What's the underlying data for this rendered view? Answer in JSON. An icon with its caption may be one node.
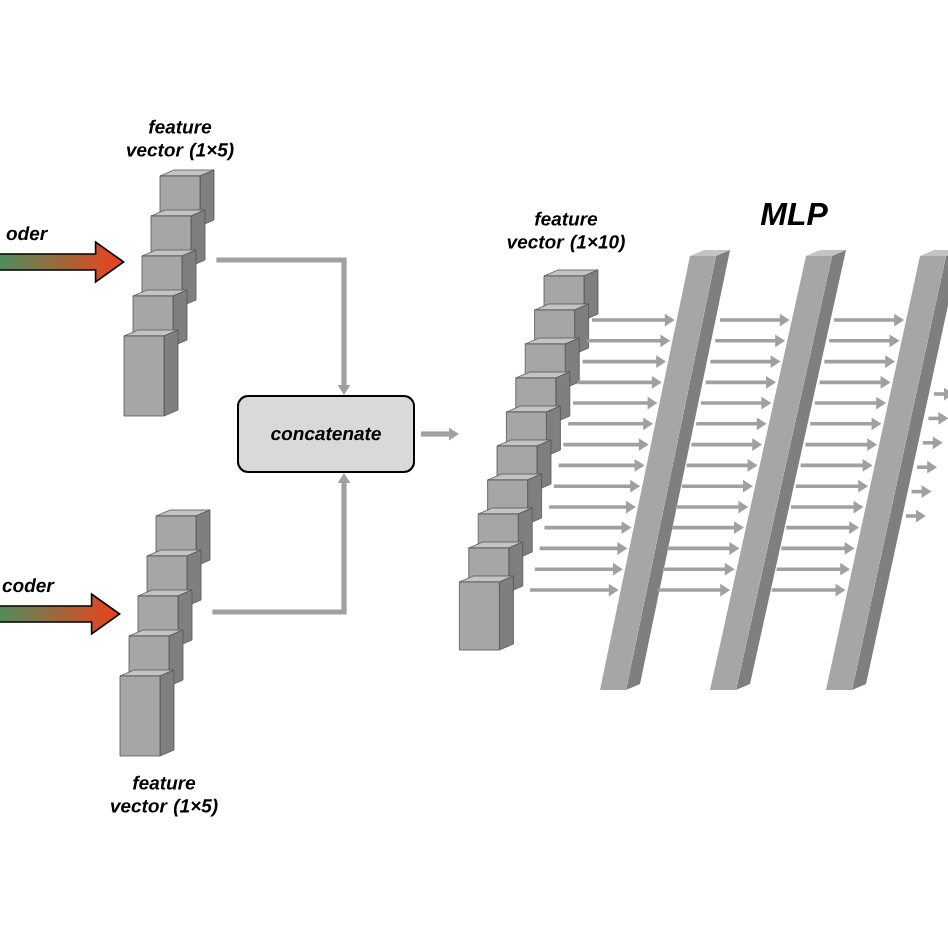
{
  "diagram": {
    "nodes": [
      {
        "text": [
          "feature vector (1×5)"
        ]
      },
      {
        "text": [
          "feature vector (1×5)"
        ]
      },
      {
        "text": [
          "concatenate"
        ]
      },
      {
        "text": [
          "feature vector (1×10)"
        ]
      },
      {
        "text": [],
        "shape": "bar"
      },
      {
        "text": [],
        "shape": "bar"
      },
      {
        "text": [],
        "shape": "bar"
      }
    ],
    "edges": [
      {
        "from": null,
        "to": 0,
        "arrow": "to",
        "label": "oder"
      },
      {
        "from": null,
        "to": 1,
        "arrow": "to",
        "label": "coder"
      },
      {
        "from": 0,
        "to": 2,
        "arrow": "to"
      },
      {
        "from": 1,
        "to": 2,
        "arrow": "to"
      },
      {
        "from": 2,
        "to": 3,
        "arrow": "to"
      },
      {
        "from": 3,
        "to": 4,
        "arrow": "to"
      },
      {
        "from": 3,
        "to": 4,
        "arrow": "to"
      },
      {
        "from": 3,
        "to": 4,
        "arrow": "to"
      },
      {
        "from": 3,
        "to": 4,
        "arrow": "to"
      },
      {
        "from": 3,
        "to": 4,
        "arrow": "to"
      },
      {
        "from": 3,
        "to": 4,
        "arrow": "to"
      },
      {
        "from": 3,
        "to": 4,
        "arrow": "to"
      },
      {
        "from": 3,
        "to": 4,
        "arrow": "to"
      },
      {
        "from": 3,
        "to": 4,
        "arrow": "to"
      },
      {
        "from": 3,
        "to": 4,
        "arrow": "to"
      },
      {
        "from": 3,
        "to": 4,
        "arrow": "to"
      },
      {
        "from": 3,
        "to": 4,
        "arrow": "to"
      },
      {
        "from": 3,
        "to": 4,
        "arrow": "to"
      },
      {
        "from": 3,
        "to": 4,
        "arrow": "to"
      },
      {
        "from": 4,
        "to": 5,
        "arrow": "to"
      },
      {
        "from": 4,
        "to": 5,
        "arrow": "to"
      },
      {
        "from": 4,
        "to": 5,
        "arrow": "to"
      },
      {
        "from": 4,
        "to": 5,
        "arrow": "to"
      },
      {
        "from": 4,
        "to": 5,
        "arrow": "to"
      },
      {
        "from": 4,
        "to": 5,
        "arrow": "to"
      },
      {
        "from": 4,
        "to": 5,
        "arrow": "to"
      },
      {
        "from": 4,
        "to": 5,
        "arrow": "to"
      },
      {
        "from": 4,
        "to": 5,
        "arrow": "to"
      },
      {
        "from": 4,
        "to": 5,
        "arrow": "to"
      },
      {
        "from": 4,
        "to": 5,
        "arrow": "to"
      },
      {
        "from": 4,
        "to": 5,
        "arrow": "to"
      },
      {
        "from": 4,
        "to": 5,
        "arrow": "to"
      },
      {
        "from": 4,
        "to": 5,
        "arrow": "to"
      },
      {
        "from": 5,
        "to": 6,
        "arrow": "to"
      },
      {
        "from": 5,
        "to": 6,
        "arrow": "to"
      },
      {
        "from": 5,
        "to": 6,
        "arrow": "to"
      },
      {
        "from": 5,
        "to": 6,
        "arrow": "to"
      },
      {
        "from": 5,
        "to": 6,
        "arrow": "to"
      },
      {
        "from": 5,
        "to": 6,
        "arrow": "to"
      },
      {
        "from": 5,
        "to": 6,
        "arrow": "to"
      },
      {
        "from": 5,
        "to": 6,
        "arrow": "to"
      },
      {
        "from": 5,
        "to": 6,
        "arrow": "to"
      },
      {
        "from": 5,
        "to": 6,
        "arrow": "to"
      },
      {
        "from": 5,
        "to": 6,
        "arrow": "to"
      },
      {
        "from": 5,
        "to": 6,
        "arrow": "to"
      },
      {
        "from": 5,
        "to": 6,
        "arrow": "to"
      },
      {
        "from": 5,
        "to": 6,
        "arrow": "to"
      },
      {
        "from": 6,
        "to": null,
        "arrow": "to"
      },
      {
        "from": 6,
        "to": null,
        "arrow": "to"
      },
      {
        "from": 6,
        "to": null,
        "arrow": "to"
      },
      {
        "from": 6,
        "to": null,
        "arrow": "to"
      },
      {
        "from": 6,
        "to": null,
        "arrow": "to"
      },
      {
        "from": 6,
        "to": null,
        "arrow": "to"
      }
    ],
    "labels": [
      "MLP"
    ]
  }
}
